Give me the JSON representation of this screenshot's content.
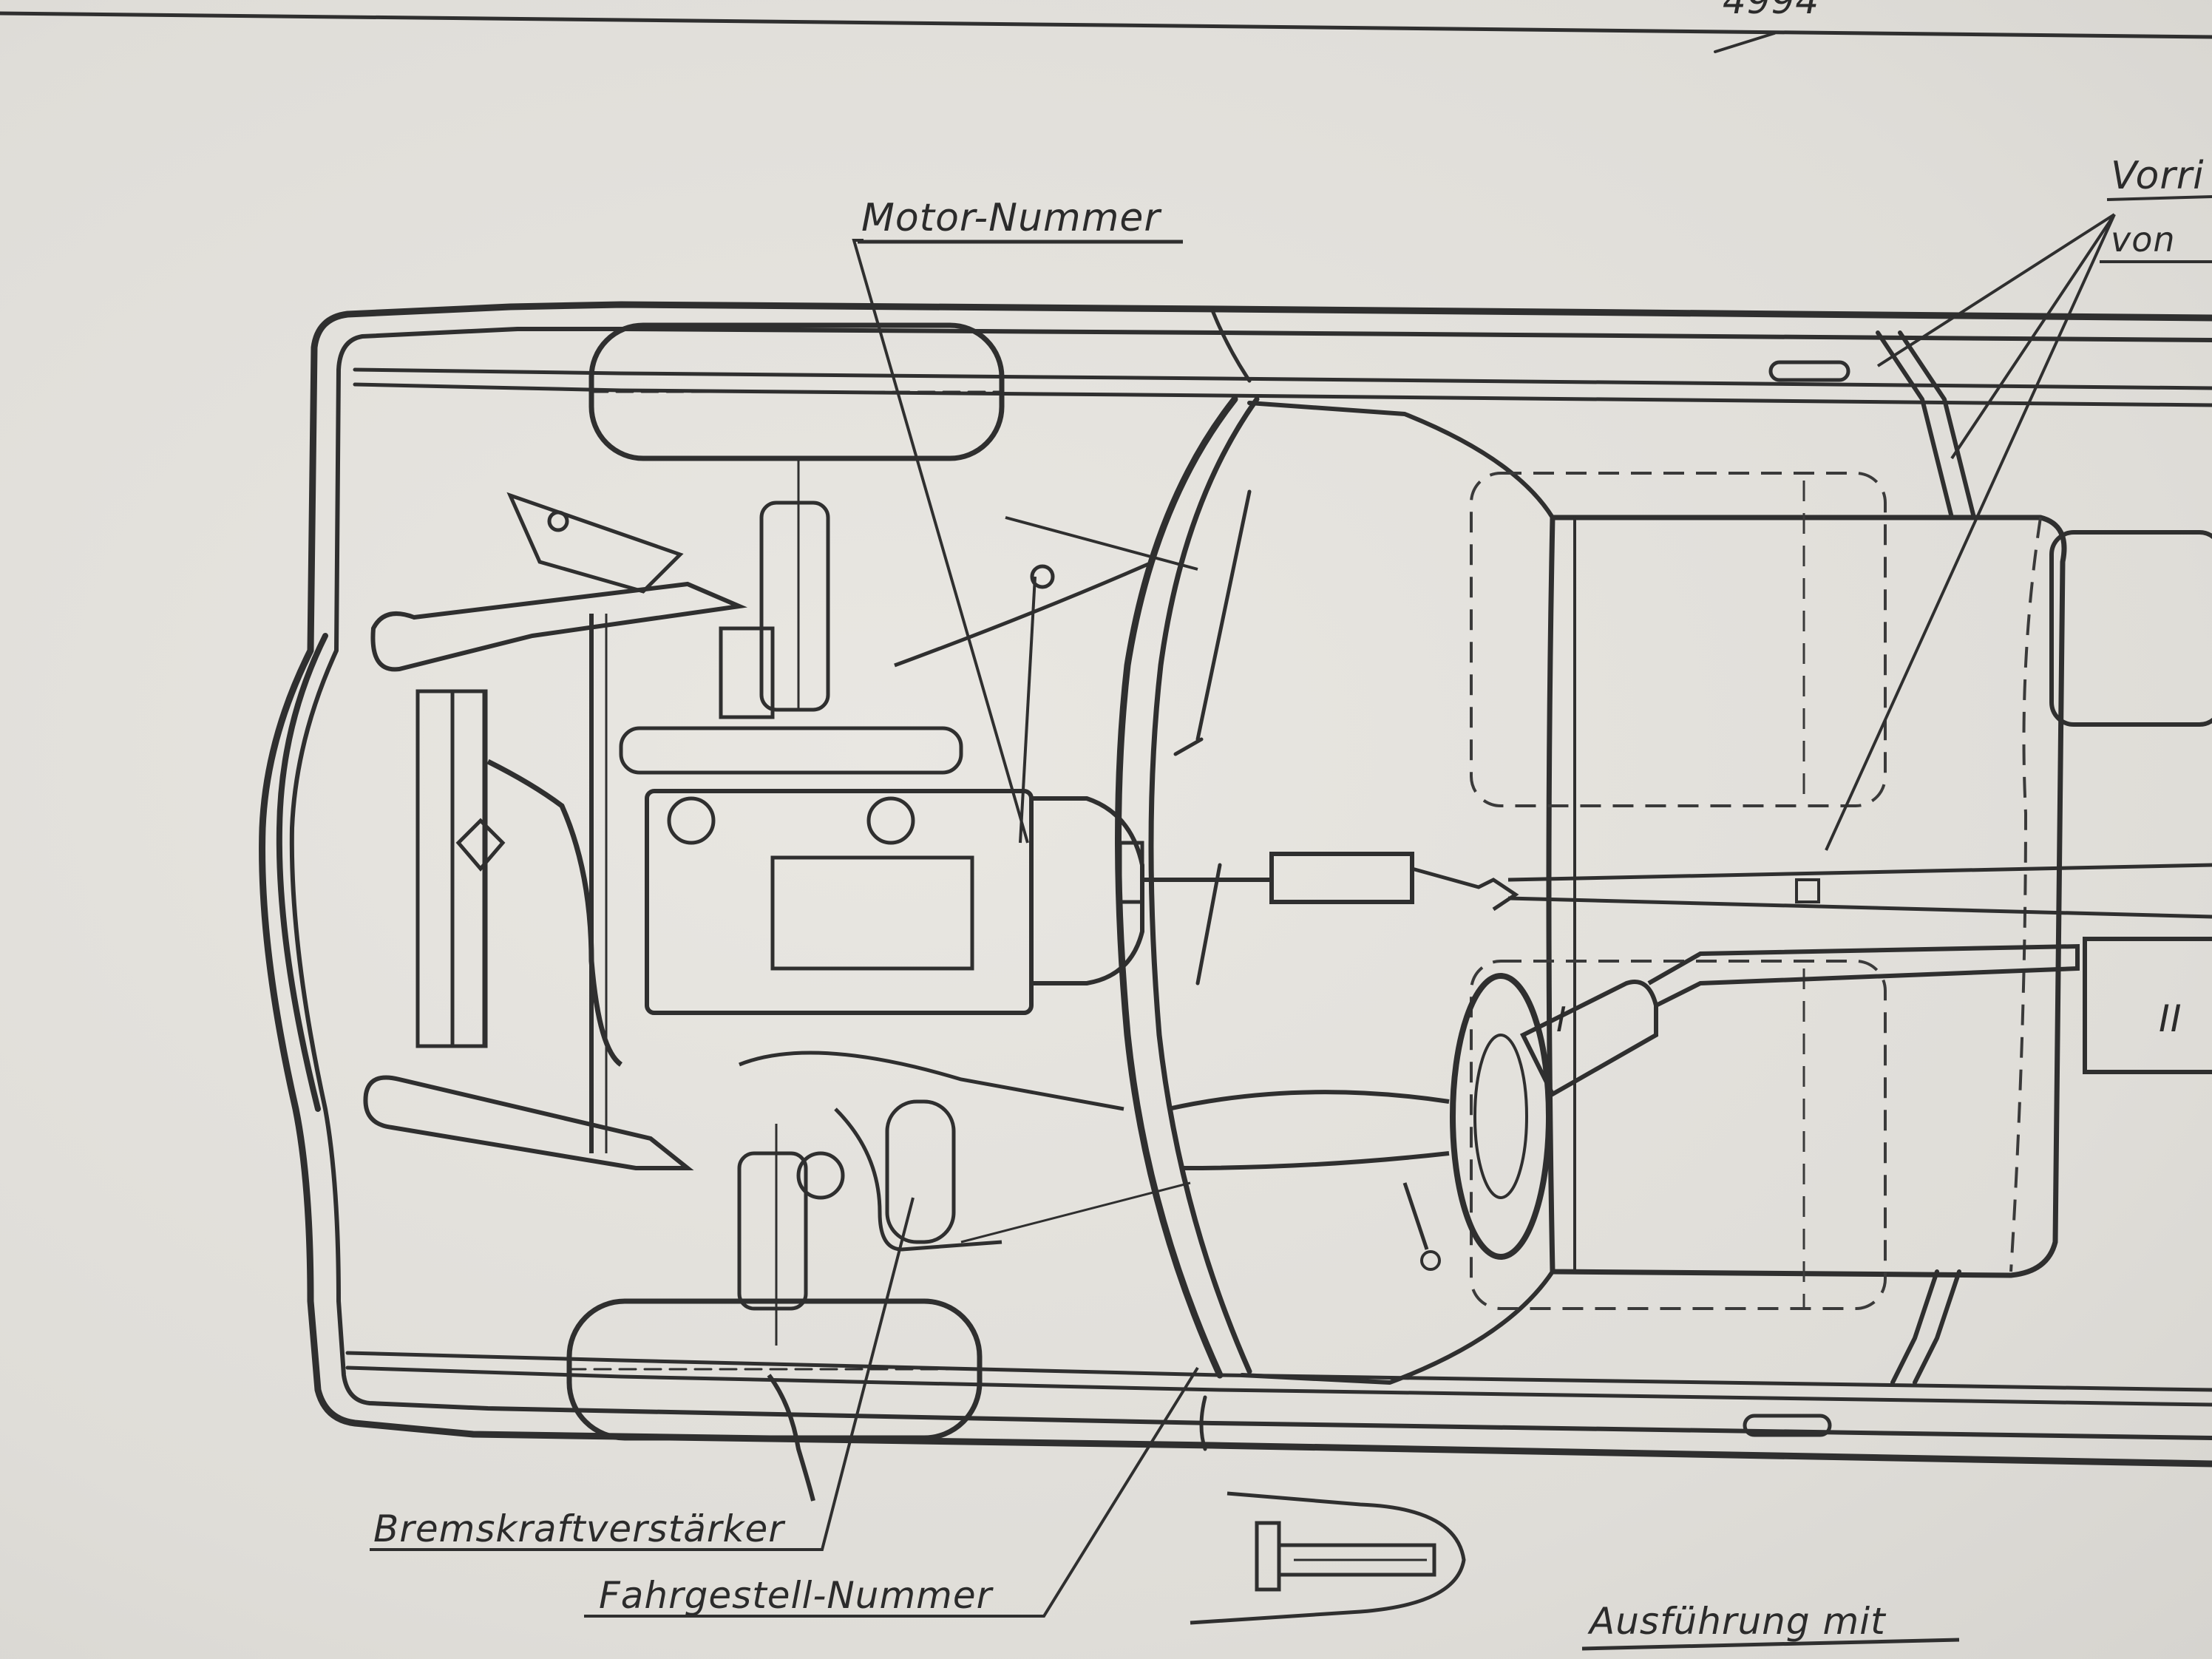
{
  "diagram": {
    "header_number": "4994",
    "labels": {
      "motor_nummer": "Motor-Nummer",
      "bremskraftverstaerker": "Bremskraftverstärker",
      "fahrgestell_nummer": "Fahrgestell-Nummer",
      "ausfuehrung": "Ausführung mit",
      "vorri": "Vorri",
      "von": "von",
      "roman_one": "I",
      "roman_two": "II"
    },
    "colors": {
      "paper": "#e3e1dc",
      "ink": "#2f2f2f"
    }
  }
}
